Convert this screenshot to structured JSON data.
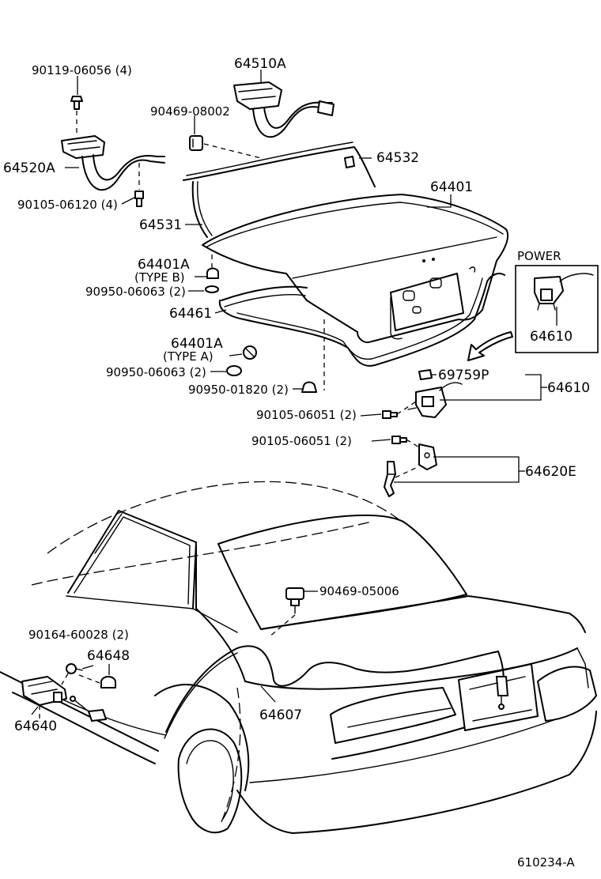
{
  "labels": {
    "bolt_top_left": "90119-06056 (4)",
    "hinge_right": "64510A",
    "clip_top": "90469-08002",
    "hinge_left": "64520A",
    "torsion_bar_right": "64532",
    "bolt_hinge_left": "90105-06120 (4)",
    "luggage_lid": "64401",
    "torsion_bar_left": "64531",
    "power_title": "POWER",
    "power_lock": "64610",
    "cushion_b": "64401A",
    "cushion_b_type": "(TYPE B)",
    "plug_1": "90950-06063 (2)",
    "weatherstrip": "64461",
    "cushion_a": "64401A",
    "cushion_a_type": "(TYPE A)",
    "plug_2": "90950-06063 (2)",
    "plug_3": "90950-01820 (2)",
    "bushing": "69759P",
    "lock_assy": "64610",
    "bolt_lock": "90105-06051 (2)",
    "bolt_striker": "90105-06051 (2)",
    "striker": "64620E",
    "clip_cable": "90469-05006",
    "screw_opener": "90164-60028 (2)",
    "opener_cover": "64648",
    "opener_lever": "64640",
    "cable": "64607",
    "figure_code": "610234-A"
  }
}
